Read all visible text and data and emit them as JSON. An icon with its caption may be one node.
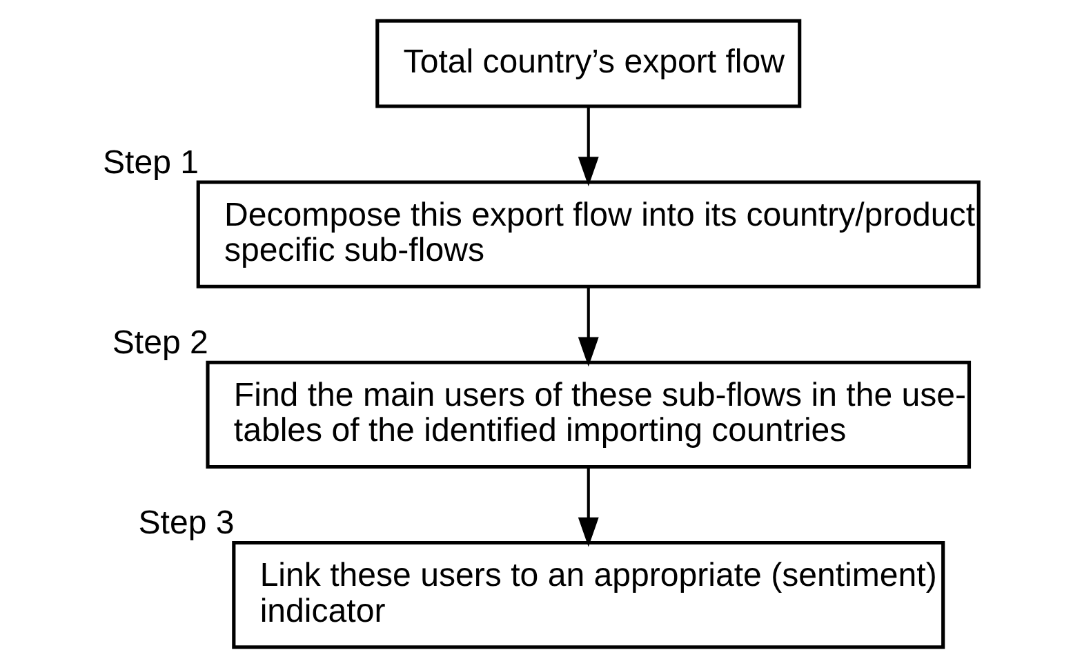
{
  "diagram": {
    "nodes": [
      {
        "text": [
          "Total country’s export flow"
        ]
      },
      {
        "text": [
          "Decompose this export flow into its country/product specific sub-flows"
        ],
        "beside": [
          "Step 1"
        ]
      },
      {
        "text": [
          "Find the main users of these sub-flows in the use-tables of the identified importing countries"
        ],
        "beside": [
          "Step 2"
        ]
      },
      {
        "text": [
          "Link these users to an appropriate (sentiment) indicator"
        ],
        "beside": [
          "Step 3"
        ]
      }
    ],
    "edges": [
      {
        "from": 0,
        "to": 1,
        "arrow": "to"
      },
      {
        "from": 1,
        "to": 2,
        "arrow": "to"
      },
      {
        "from": 2,
        "to": 3,
        "arrow": "to"
      }
    ]
  }
}
